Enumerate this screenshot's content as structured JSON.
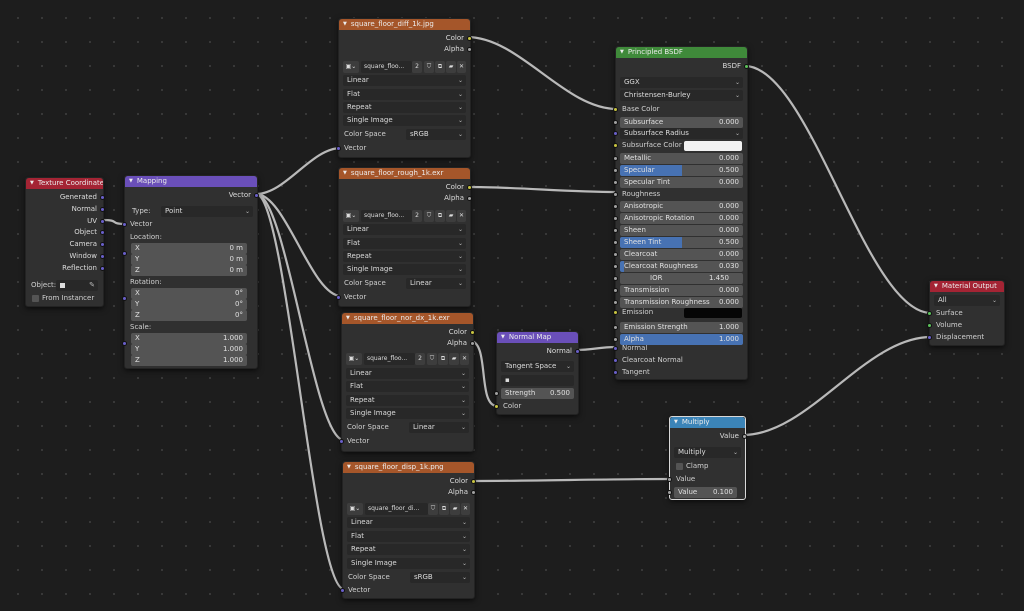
{
  "colors": {
    "texture_header": "#a5562a",
    "input_header": "#a42434",
    "vector_header": "#6a4fb9",
    "shader_header": "#3f8a3a",
    "converter_header": "#3b84b8",
    "socket_color": "#c8c441",
    "socket_vector": "#6a60ca",
    "socket_float": "#a1a1a1",
    "socket_shader": "#5cc35b",
    "slider_blue": "#4772b3"
  },
  "texcoord": {
    "title": "Texture Coordinate",
    "outputs": [
      "Generated",
      "Normal",
      "UV",
      "Object",
      "Camera",
      "Window",
      "Reflection"
    ],
    "object_label": "Object:",
    "from_instancer": "From Instancer"
  },
  "mapping": {
    "title": "Mapping",
    "output": "Vector",
    "type_label": "Type:",
    "type_value": "Point",
    "vector_input": "Vector",
    "location_label": "Location:",
    "location": [
      {
        "axis": "X",
        "value": "0 m"
      },
      {
        "axis": "Y",
        "value": "0 m"
      },
      {
        "axis": "Z",
        "value": "0 m"
      }
    ],
    "rotation_label": "Rotation:",
    "rotation": [
      {
        "axis": "X",
        "value": "0°"
      },
      {
        "axis": "Y",
        "value": "0°"
      },
      {
        "axis": "Z",
        "value": "0°"
      }
    ],
    "scale_label": "Scale:",
    "scale": [
      {
        "axis": "X",
        "value": "1.000"
      },
      {
        "axis": "Y",
        "value": "1.000"
      },
      {
        "axis": "Z",
        "value": "1.000"
      }
    ]
  },
  "img_diff": {
    "title": "square_floor_diff_1k.jpg",
    "out_color": "Color",
    "out_alpha": "Alpha",
    "image_name": "square_floo...",
    "users": "2",
    "interpolation": "Linear",
    "projection": "Flat",
    "extension": "Repeat",
    "source": "Single Image",
    "colorspace_label": "Color Space",
    "colorspace": "sRGB",
    "in_vector": "Vector"
  },
  "img_rough": {
    "title": "square_floor_rough_1k.exr",
    "out_color": "Color",
    "out_alpha": "Alpha",
    "image_name": "square_floo...",
    "users": "2",
    "interpolation": "Linear",
    "projection": "Flat",
    "extension": "Repeat",
    "source": "Single Image",
    "colorspace_label": "Color Space",
    "colorspace": "Linear",
    "in_vector": "Vector"
  },
  "img_nor": {
    "title": "square_floor_nor_dx_1k.exr",
    "out_color": "Color",
    "out_alpha": "Alpha",
    "image_name": "square_floo...",
    "users": "2",
    "interpolation": "Linear",
    "projection": "Flat",
    "extension": "Repeat",
    "source": "Single Image",
    "colorspace_label": "Color Space",
    "colorspace": "Linear",
    "in_vector": "Vector"
  },
  "img_disp": {
    "title": "square_floor_disp_1k.png",
    "out_color": "Color",
    "out_alpha": "Alpha",
    "image_name": "square_floor_di...",
    "interpolation": "Linear",
    "projection": "Flat",
    "extension": "Repeat",
    "source": "Single Image",
    "colorspace_label": "Color Space",
    "colorspace": "sRGB",
    "in_vector": "Vector"
  },
  "normalmap": {
    "title": "Normal Map",
    "output": "Normal",
    "space": "Tangent Space",
    "strength_label": "Strength",
    "strength": "0.500",
    "in_color": "Color"
  },
  "bsdf": {
    "title": "Principled BSDF",
    "output": "BSDF",
    "distribution": "GGX",
    "subsurface_method": "Christensen-Burley",
    "base_color": "Base Color",
    "subsurface_color": "Subsurface Color",
    "subsurface_radius": "Subsurface Radius",
    "emission": "Emission",
    "normal": "Normal",
    "clearcoat_normal": "Clearcoat Normal",
    "tangent": "Tangent",
    "fields": [
      {
        "label": "Subsurface",
        "value": "0.000",
        "fill": 0
      },
      {
        "label": "Metallic",
        "value": "0.000",
        "fill": 0
      },
      {
        "label": "Specular",
        "value": "0.500",
        "fill": 0.5
      },
      {
        "label": "Specular Tint",
        "value": "0.000",
        "fill": 0
      },
      {
        "label": "Roughness",
        "value": "",
        "fill": 0
      },
      {
        "label": "Anisotropic",
        "value": "0.000",
        "fill": 0
      },
      {
        "label": "Anisotropic Rotation",
        "value": "0.000",
        "fill": 0
      },
      {
        "label": "Sheen",
        "value": "0.000",
        "fill": 0
      },
      {
        "label": "Sheen Tint",
        "value": "0.500",
        "fill": 0.5
      },
      {
        "label": "Clearcoat",
        "value": "0.000",
        "fill": 0
      },
      {
        "label": "Clearcoat Roughness",
        "value": "0.030",
        "fill": 0.03
      },
      {
        "label": "IOR",
        "value": "1.450",
        "fill": 0
      },
      {
        "label": "Transmission",
        "value": "0.000",
        "fill": 0
      },
      {
        "label": "Transmission Roughness",
        "value": "0.000",
        "fill": 0
      },
      {
        "label": "Emission Strength",
        "value": "1.000",
        "fill": 0
      },
      {
        "label": "Alpha",
        "value": "1.000",
        "fill": 1
      }
    ]
  },
  "output": {
    "title": "Material Output",
    "target": "All",
    "surface": "Surface",
    "volume": "Volume",
    "displacement": "Displacement"
  },
  "multiply": {
    "title": "Multiply",
    "output": "Value",
    "operation": "Multiply",
    "clamp": "Clamp",
    "in_value": "Value",
    "value_label": "Value",
    "value": "0.100"
  }
}
